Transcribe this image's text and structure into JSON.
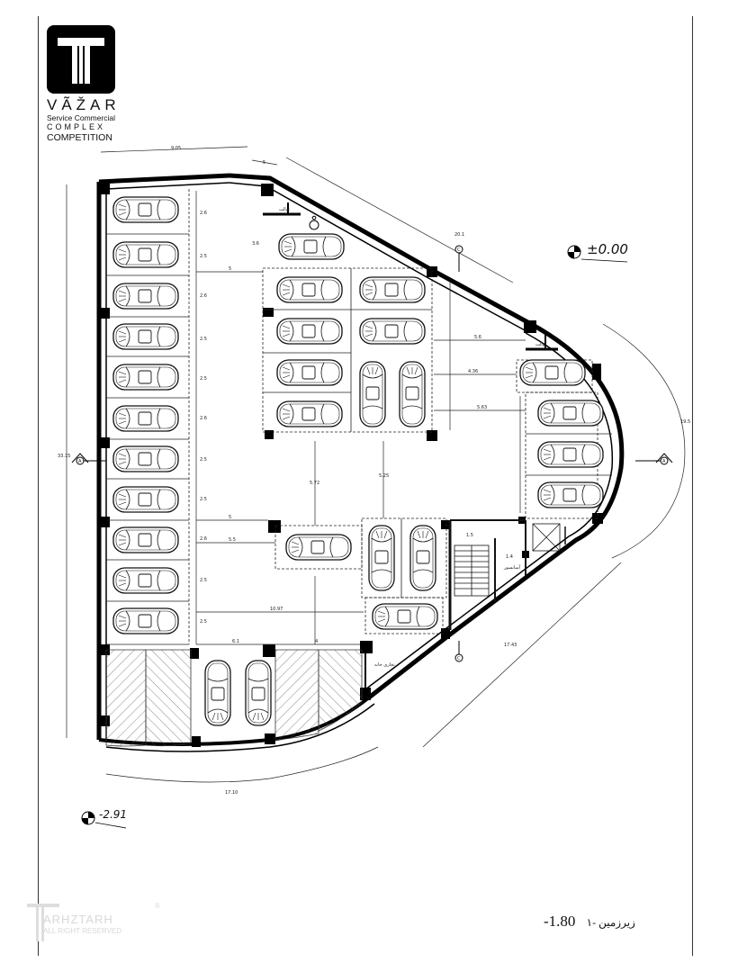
{
  "logo": {
    "name": "VÃŽAR",
    "subtitle_1": "Service Commercial",
    "subtitle_2": "COMPLEX",
    "subtitle_3": "COMPETITION"
  },
  "levels": {
    "ground": "±0.00",
    "lower": "-2.91"
  },
  "floor_title": {
    "level": "-1.80",
    "name_fa": "زیرزمین -۱"
  },
  "watermark": {
    "name": "ARHZTARH",
    "symbol": "®",
    "rights": "ALL RIGHT RESERVED"
  },
  "room_labels": {
    "toilet_1": "توالت",
    "toilet_2": "توالت",
    "storage": "تجاری خانه",
    "shaft": "آسانسور"
  },
  "dimensions": {
    "top_overall": "9.05",
    "top_small": "5",
    "diag_top": "20.1",
    "right_arc": "19.5",
    "left_overall": "33.15",
    "bottom_arc": "17.10",
    "diag_bottom": "17.43",
    "stall_len": "5",
    "stall_w1": "2.6",
    "stall_w2": "2.5",
    "aisle_1": "5.72",
    "aisle_2": "5.25",
    "aisle_3": "10.97",
    "aisle_4": "5.5",
    "aisle_5": "6.1",
    "aisle_6": "4",
    "right_1": "5.6",
    "right_2": "4.36",
    "right_3": "5.63",
    "stair_1": "1.5",
    "stair_2": "1.4",
    "upper_3_6": "3.6"
  },
  "section_markers": [
    "A",
    "A",
    "C",
    "C"
  ]
}
